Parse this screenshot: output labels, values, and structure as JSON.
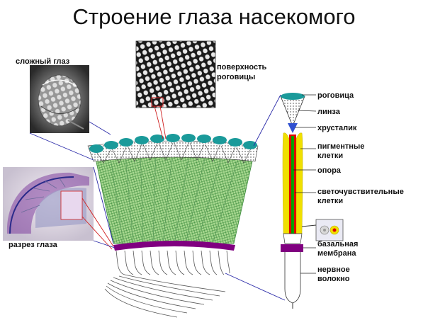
{
  "title": "Строение глаза насекомого",
  "labels": {
    "compound_eye": "сложный глаз",
    "cornea_surface_1": "поверхность",
    "cornea_surface_2": "роговицы",
    "eye_section": "разрез глаза",
    "cornea": "роговица",
    "lens": "линза",
    "crystalline": "хрусталик",
    "pigment_1": "пигментные",
    "pigment_2": "клетки",
    "support": "опора",
    "photo_1": "светочувствительные",
    "photo_2": "клетки",
    "basal_1": "базальная",
    "basal_2": "мембрана",
    "nerve_1": "нервное",
    "nerve_2": "волокно"
  },
  "colors": {
    "cornea": "#1a9a9a",
    "ommatidia_fill": "#a8d890",
    "basal_membrane": "#800080",
    "pigment": "#f0e000",
    "photoreceptor": "#e00000",
    "support": "#00a000",
    "crystalline": "#3050d0",
    "connector_blue": "#2a2aa8",
    "connector_red": "#d02020"
  }
}
